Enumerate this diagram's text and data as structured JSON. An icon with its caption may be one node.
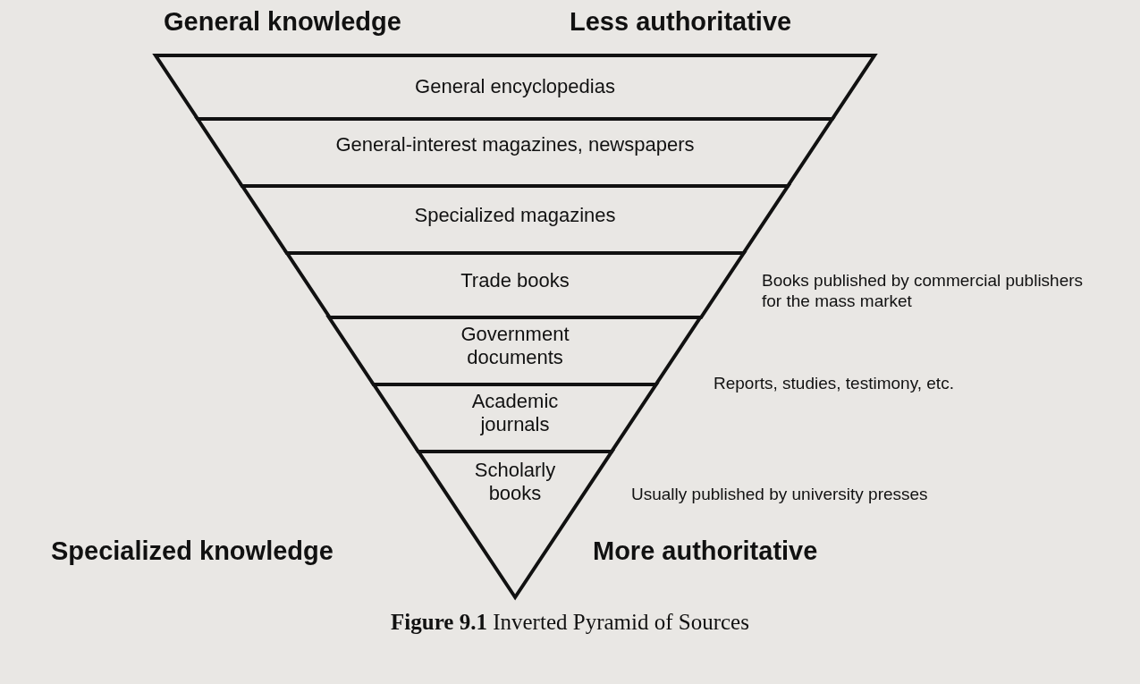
{
  "diagram": {
    "caption": "**Figure 9.1** Inverted Pyramid of Sources",
    "nodes": [
      {
        "text": [
          "General encyclopedias"
        ]
      },
      {
        "text": [
          "General-interest magazines, newspapers"
        ]
      },
      {
        "text": [
          "Specialized magazines"
        ]
      },
      {
        "text": [
          "Trade books"
        ],
        "beside": [
          "Books published by commercial publishers for the mass market"
        ]
      },
      {
        "text": [
          "Government documents"
        ],
        "beside": [
          "Reports, studies, testimony, etc."
        ]
      },
      {
        "text": [
          "Academic journals"
        ]
      },
      {
        "text": [
          "Scholarly books"
        ],
        "beside": [
          "Usually published by university presses"
        ]
      }
    ],
    "edges": [],
    "labels": [
      "General knowledge",
      "Less authoritative",
      "Specialized knowledge",
      "More authoritative"
    ]
  }
}
